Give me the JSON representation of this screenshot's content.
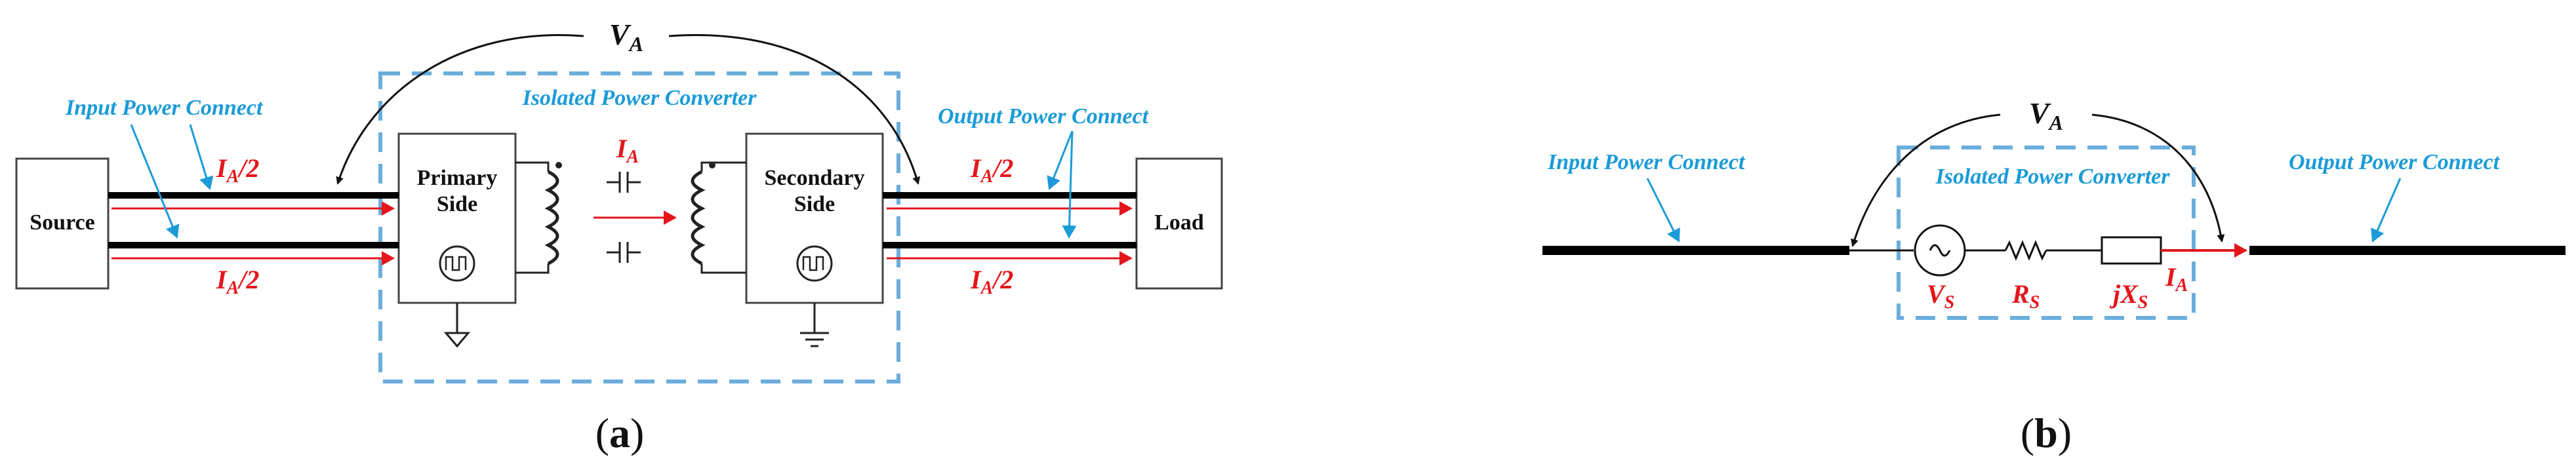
{
  "panel_a": {
    "caption_open": "(",
    "caption_letter": "a",
    "caption_close": ")",
    "va_label": "V",
    "va_sub": "A",
    "isolated_label": "Isolated Power Converter",
    "input_label": "Input Power Connect",
    "output_label": "Output Power Connect",
    "source_label": "Source",
    "load_label": "Load",
    "primary_line1": "Primary",
    "primary_line2": "Side",
    "secondary_line1": "Secondary",
    "secondary_line2": "Side",
    "ia_label": "I",
    "ia_sub": "A",
    "half_current_main": "I",
    "half_current_sub": "A",
    "half_current_tail": "/2"
  },
  "panel_b": {
    "caption_open": "(",
    "caption_letter": "b",
    "caption_close": ")",
    "va_label": "V",
    "va_sub": "A",
    "isolated_label": "Isolated Power Converter",
    "input_label": "Input Power Connect",
    "output_label": "Output Power Connect",
    "vs_main": "V",
    "vs_sub": "S",
    "rs_main": "R",
    "rs_sub": "S",
    "jxs_main": "jX",
    "jxs_sub": "S",
    "ia_main": "I",
    "ia_sub": "A"
  },
  "colors": {
    "blue_label": "#1b9bd7",
    "red_current": "#e4161c",
    "dashed_box": "#6aaedc",
    "wire": "#000000"
  }
}
